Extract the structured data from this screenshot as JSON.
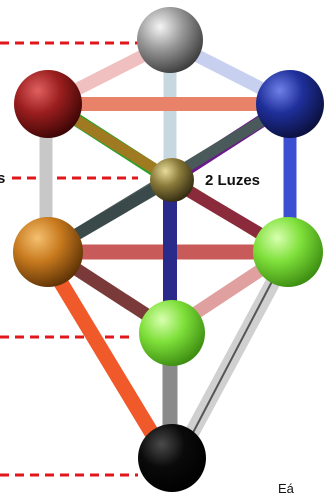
{
  "labels": {
    "center": "2 Luzes",
    "left_edge": "s",
    "bottom_edge": "Eá"
  },
  "colors": {
    "sphere_top": "#9a9a9a",
    "sphere_upper_left": "#9b1e1e",
    "sphere_upper_right": "#1f2f9a",
    "sphere_center": "#8a7a3a",
    "sphere_mid_left": "#c87a1e",
    "sphere_mid_right": "#7fe03a",
    "sphere_lower": "#7fe03a",
    "sphere_bottom": "#0a0a0a",
    "guide_lines": "#e0161b"
  }
}
